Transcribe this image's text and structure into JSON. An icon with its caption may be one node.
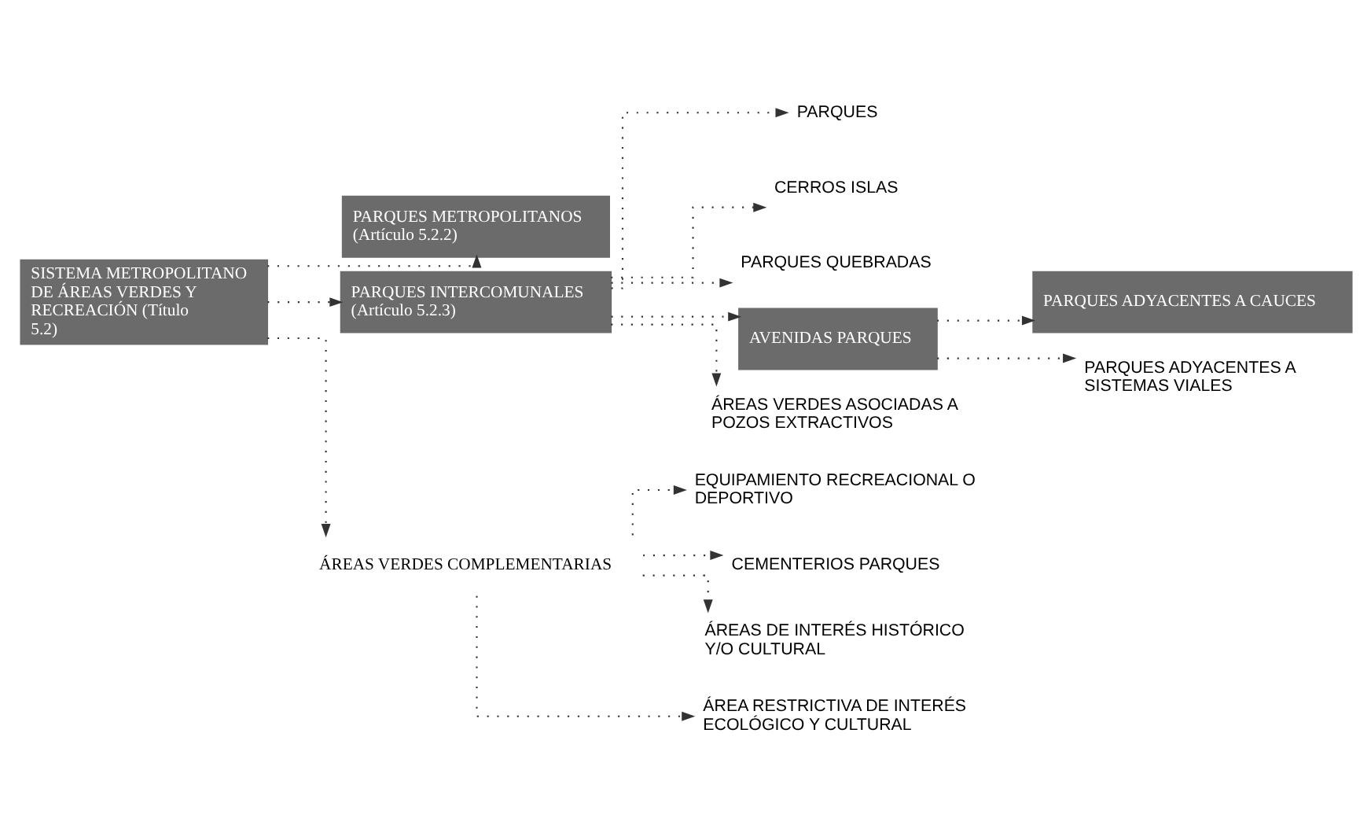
{
  "diagram": {
    "nodes": [
      {
        "text": [
          "SISTEMA METROPOLITANO DE ÁREAS VERDES Y RECREACIÓN (Título 5.2)"
        ]
      },
      {
        "text": [
          "PARQUES METROPOLITANOS (Artículo 5.2.2)"
        ]
      },
      {
        "text": [
          "PARQUES INTERCOMUNALES (Artículo 5.2.3)"
        ]
      },
      {
        "text": [
          "ÁREAS VERDES COMPLEMENTARIAS"
        ]
      },
      {
        "text": [
          "PARQUES"
        ]
      },
      {
        "text": [
          "CERROS ISLAS"
        ]
      },
      {
        "text": [
          "PARQUES QUEBRADAS"
        ]
      },
      {
        "text": [
          "AVENIDAS PARQUES"
        ]
      },
      {
        "text": [
          "ÁREAS VERDES ASOCIADAS A POZOS EXTRACTIVOS"
        ]
      },
      {
        "text": [
          "PARQUES ADYACENTES A CAUCES"
        ]
      },
      {
        "text": [
          "PARQUES ADYACENTES A SISTEMAS VIALES"
        ]
      },
      {
        "text": [
          "EQUIPAMIENTO RECREACIONAL O DEPORTIVO"
        ]
      },
      {
        "text": [
          "CEMENTERIOS PARQUES"
        ]
      },
      {
        "text": [
          "ÁREAS DE INTERÉS HISTÓRICO Y/O CULTURAL"
        ]
      },
      {
        "text": [
          "ÁREA RESTRICTIVA DE INTERÉS ECOLÓGICO Y CULTURAL"
        ]
      }
    ],
    "edges": [
      {
        "from": 0,
        "to": 1,
        "arrow": "to"
      },
      {
        "from": 0,
        "to": 2,
        "arrow": "to"
      },
      {
        "from": 0,
        "to": 3,
        "arrow": "to"
      },
      {
        "from": 2,
        "to": 4,
        "arrow": "to"
      },
      {
        "from": 2,
        "to": 5,
        "arrow": "to"
      },
      {
        "from": 2,
        "to": 6,
        "arrow": "to"
      },
      {
        "from": 2,
        "to": 7,
        "arrow": "to"
      },
      {
        "from": 2,
        "to": 8,
        "arrow": "to"
      },
      {
        "from": 7,
        "to": 9,
        "arrow": "to"
      },
      {
        "from": 7,
        "to": 10,
        "arrow": "to"
      },
      {
        "from": 3,
        "to": 11,
        "arrow": "to"
      },
      {
        "from": 3,
        "to": 12,
        "arrow": "to"
      },
      {
        "from": 3,
        "to": 13,
        "arrow": "to"
      },
      {
        "from": 3,
        "to": 14,
        "arrow": "to"
      }
    ]
  }
}
